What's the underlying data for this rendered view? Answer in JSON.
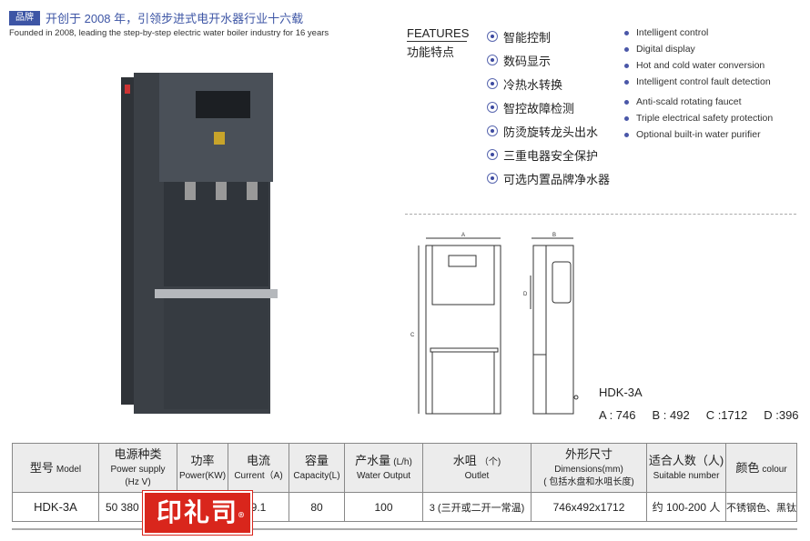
{
  "header": {
    "badge": "品牌",
    "headline": "开创于 2008 年，引领步进式电开水器行业十六载",
    "subtitle": "Founded in 2008, leading the step-by-step electric water boiler industry for 16 years"
  },
  "features": {
    "title_en": "FEATURES",
    "title_cn": "功能特点",
    "cn": [
      "智能控制",
      "数码显示",
      "冷热水转换",
      "智控故障检测",
      "防烫旋转龙头出水",
      "三重电器安全保护",
      "可选内置品牌净水器"
    ],
    "en": [
      "Intelligent control",
      "Digital display",
      "Hot and cold water conversion",
      "Intelligent control fault detection",
      "Anti-scald rotating faucet",
      "Triple electrical safety protection",
      "Optional built-in water purifier"
    ]
  },
  "diagram": {
    "label_a": "A",
    "label_b": "B",
    "label_c": "C",
    "label_d": "D",
    "model": "HDK-3A",
    "dims": [
      "A : 746",
      "B : 492",
      "C :1712",
      "D :396"
    ]
  },
  "table": {
    "headers": [
      {
        "cn": "型号",
        "en": "Model"
      },
      {
        "cn": "电源种类",
        "en": "Power supply",
        "en2": "(Hz V)"
      },
      {
        "cn": "功率",
        "en": "Power(KW)"
      },
      {
        "cn": "电流",
        "en": "Current（A)"
      },
      {
        "cn": "容量",
        "en": "Capacity(L)"
      },
      {
        "cn": "产水量",
        "unit": "(L/h)",
        "en": "Water Output"
      },
      {
        "cn": "水咀",
        "unit": "（个)",
        "en": "Outlet"
      },
      {
        "cn": "外形尺寸",
        "en": "Dimensions(mm)",
        "en2": "( 包括水盘和水咀长度)"
      },
      {
        "cn": "适合人数（人)",
        "en": "Suitable number"
      },
      {
        "cn": "颜色",
        "en": "colour"
      }
    ],
    "row": [
      "HDK-3A",
      "50 380",
      "",
      "9.1",
      "80",
      "100",
      "3 (三开或二开一常温)",
      "746x492x1712",
      "约 100-200 人",
      "不锈钢色、黑钛"
    ]
  },
  "stamp": {
    "text": "印礼司",
    "mark": "®"
  }
}
